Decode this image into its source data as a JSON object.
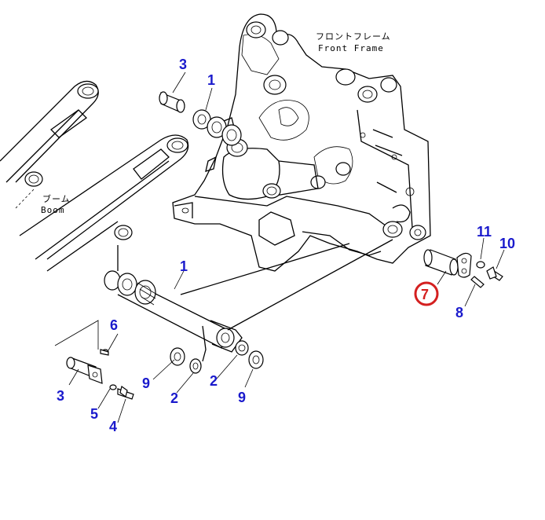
{
  "diagram": {
    "labels": {
      "front_frame_jp": "フロントフレーム",
      "front_frame_en": "Front Frame",
      "boom_jp": "ブーム",
      "boom_en": "Boom"
    },
    "callouts": {
      "c1_top": "1",
      "c1_mid": "1",
      "c2_left": "2",
      "c2_right": "2",
      "c3_top": "3",
      "c3_bottom": "3",
      "c4": "4",
      "c5": "5",
      "c6": "6",
      "c7": "7",
      "c8": "8",
      "c9_left": "9",
      "c9_right": "9",
      "c10": "10",
      "c11": "11"
    },
    "colors": {
      "callout": "#1a1acc",
      "highlight": "#d42020",
      "line": "#000000"
    }
  }
}
